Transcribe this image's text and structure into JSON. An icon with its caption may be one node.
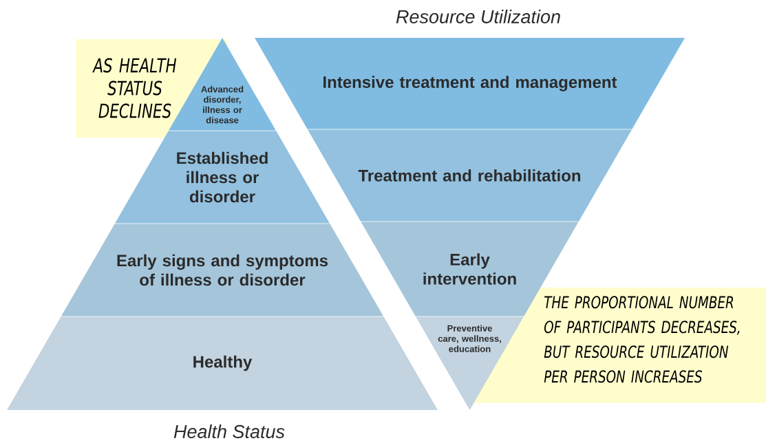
{
  "diagram": {
    "nodes": [
      {
        "text": [
          "AS HEALTH STATUS DECLINES"
        ]
      },
      {
        "text": [
          "Advanced disorder, illness or disease"
        ]
      },
      {
        "text": [
          "Established illness or disorder"
        ]
      },
      {
        "text": [
          "Early signs and symptoms of illness or disorder"
        ]
      },
      {
        "text": [
          "Healthy"
        ]
      },
      {
        "text": [
          "Intensive treatment and management"
        ]
      },
      {
        "text": [
          "Treatment and rehabilitation"
        ]
      },
      {
        "text": [
          "Early intervention"
        ]
      },
      {
        "text": [
          "Preventive care, wellness, education"
        ]
      },
      {
        "text": [
          "THE PROPORTIONAL NUMBER OF PARTICIPANTS DECREASES, BUT RESOURCE UTILIZATION PER PERSON INCREASES"
        ]
      }
    ],
    "labels": [
      "Resource Utilization",
      "Health Status"
    ]
  }
}
